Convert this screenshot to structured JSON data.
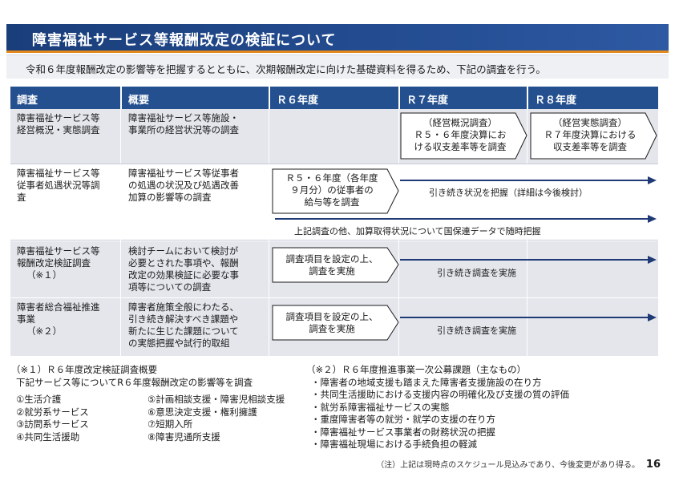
{
  "title": "障害福祉サービス等報酬改定の検証について",
  "intro": "令和６年度報酬改定の影響等を把握するとともに、次期報酬改定に向けた基礎資料を得るため、下記の調査を行う。",
  "headers": [
    "調査",
    "概要",
    "Ｒ６年度",
    "Ｒ７年度",
    "Ｒ８年度"
  ],
  "rows": [
    {
      "survey": [
        "障害福祉サービス等",
        "経営概況・実態調査"
      ],
      "summary": [
        "障害福祉サービス等施設・",
        "事業所の経営状況等の調査"
      ]
    },
    {
      "survey": [
        "障害福祉サービス等",
        "従事者処遇状況等調",
        "査"
      ],
      "summary": [
        "障害福祉サービス等従事者",
        "の処遇の状況及び処遇改善",
        "加算の影響等の調査"
      ]
    },
    {
      "survey": [
        "障害福祉サービス等",
        "報酬改定検証調査",
        "（※１）"
      ],
      "summary": [
        "検討チームにおいて検討が",
        "必要とされた事項や、報酬",
        "改定の効果検証に必要な事",
        "項等についての調査"
      ]
    },
    {
      "survey": [
        "障害者総合福祉推進",
        "事業",
        "（※２）"
      ],
      "summary": [
        "障害者施策全般にわたる、",
        "引き続き解決すべき課題や",
        "新たに生じた課題について",
        "の実態把握や試行的取組"
      ]
    }
  ],
  "boxes": {
    "r7_keiei": [
      "（経営概況調査）",
      "Ｒ５・６年度決算にお",
      "ける収支差率等を調査"
    ],
    "r8_keiei": [
      "（経営実態調査）",
      "Ｒ７年度決算における",
      "収支差率等を調査"
    ],
    "r6_shogu": [
      "Ｒ５・６年度（各年度",
      "９月分）の従事者の",
      "給与等を調査"
    ],
    "r6_kensho": [
      "調査項目を設定の上、",
      "調査を実施"
    ],
    "r6_suishin": [
      "調査項目を設定の上、",
      "調査を実施"
    ]
  },
  "arrow_labels": {
    "shogu_continue": "引き続き状況を把握（詳細は今後検討）",
    "shogu_kokuho": "上記調査の他、加算取得状況について国保連データで随時把握",
    "kensho_continue": "引き続き調査を実施",
    "suishin_continue": "引き続き調査を実施"
  },
  "note1": {
    "title": "（※１）Ｒ６年度改定検証調査概要",
    "sub": "下記サービス等についてR６年度報酬改定の影響等を調査",
    "col1": [
      "①生活介護",
      "②就労系サービス",
      "③訪問系サービス",
      "④共同生活援助"
    ],
    "col2": [
      "⑤計画相談支援・障害児相談支援",
      "⑥意思決定支援・権利擁護",
      "⑦短期入所",
      "⑧障害児通所支援"
    ]
  },
  "note2": {
    "title": "（※２）Ｒ６年度推進事業一次公募課題（主なもの）",
    "items": [
      "・障害者の地域支援も踏まえた障害者支援施設の在り方",
      "・共同生活援助における支援内容の明確化及び支援の質の評価",
      "・就労系障害福祉サービスの実態",
      "・重度障害者等の就労・就学の支援の在り方",
      "・障害福祉サービス事業者の財務状況の把握",
      "・障害福祉現場における手続負担の軽減"
    ]
  },
  "footnote": "（注）上記は現時点のスケジュール見込みであり、今後変更があり得る。",
  "page_number": "16",
  "colors": {
    "title_bg": "#1a3e7a",
    "accent": "#e28a1e",
    "header_bg": "#24508f",
    "arrow": "#1f3a75",
    "row_grey": "#e4e6ec"
  }
}
